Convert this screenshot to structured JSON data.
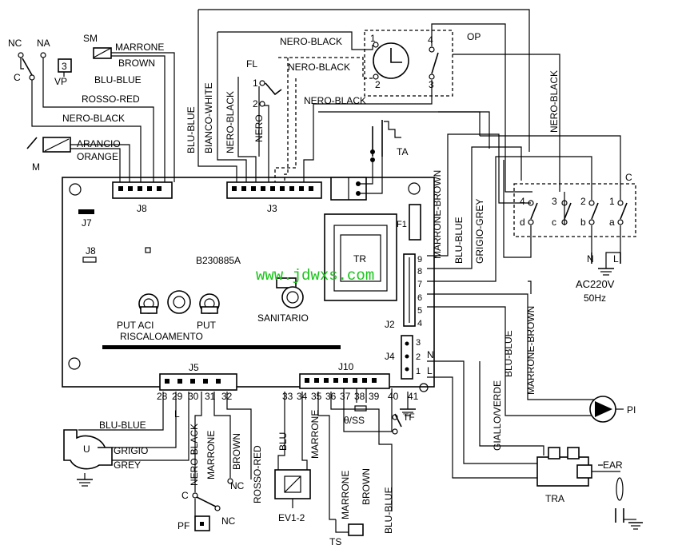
{
  "board": {
    "code": "B230885A",
    "tr": "TR",
    "f1": "F1",
    "sanitario": "SANITARIO",
    "put_aci": "PUT ACI",
    "put": "PUT",
    "riscalo": "RISCALOAMENTO"
  },
  "connectors": {
    "j8": "J8",
    "j7": "J7",
    "j8b": "J8",
    "j3": "J3",
    "j5": "J5",
    "j10": "J10",
    "j2": "J2",
    "j4": "J4"
  },
  "j2_pins": [
    "9",
    "8",
    "7",
    "6",
    "5",
    "4"
  ],
  "j4_pins": [
    "3",
    "2",
    "1"
  ],
  "j5_pins": [
    "28",
    "29",
    "30",
    "31",
    "32"
  ],
  "j10_pins": [
    "33",
    "34",
    "35",
    "36",
    "37",
    "38",
    "39",
    "40",
    "41"
  ],
  "top_left": {
    "nc": "NC",
    "na": "NA",
    "c": "C",
    "vp_num": "3",
    "vp": "VP",
    "sm": "SM",
    "marrone": "MARRONE",
    "brown": "BROWN",
    "blu_blue": "BLU-BLUE",
    "rosso_red": "ROSSO-RED",
    "nero_black": "NERO-BLACK",
    "m": "M",
    "arancio": "ARANCIO",
    "orange": "ORANGE"
  },
  "top": {
    "nero1": "NERO-BLACK",
    "nero2": "NERO-BLACK",
    "nero3": "NERO-BLACK",
    "op": "OP",
    "op1": "1",
    "op2": "2",
    "op3": "3",
    "op4": "4",
    "fl": "FL",
    "fl1": "1",
    "fl2": "2",
    "blu_blue_v": "BLU-BLUE",
    "bianco_v": "BIANCO-WHITE",
    "nero_v1": "NERO-BLACK",
    "nero_v2": "NERO",
    "ta": "TA"
  },
  "right": {
    "marrone_brown": "MARRONE-BROWN",
    "blu_blue": "BLU-BLUE",
    "grigio_grey": "GRIGIO-GREY",
    "nero_black": "NERO-BLACK",
    "c": "C",
    "s4": "4",
    "s3": "3",
    "s2": "2",
    "s1": "1",
    "d": "d",
    "cc": "c",
    "b": "b",
    "a": "a",
    "n": "N",
    "l": "L",
    "ac": "AC220V",
    "hz": "50Hz"
  },
  "lower_right": {
    "n": "N",
    "l": "L",
    "giallo": "GIALLO/VERDE",
    "blu_blue": "BLU-BLUE",
    "marrone_brown": "MARRONE-BROWN",
    "pi": "PI",
    "tra": "TRA",
    "ear": "EAR",
    "tf": "TF",
    "theta_ss": "θ/SS"
  },
  "bottom_left": {
    "l": "L",
    "blu_blue": "BLU-BLUE",
    "grigio": "GRIGIO",
    "grey": "GREY",
    "u": "U",
    "nero_black": "NERO-BLACK",
    "marrone": "MARRONE",
    "brown": "BROWN",
    "rosso_red": "ROSSO-RED",
    "c": "C",
    "nc1": "NC",
    "nc2": "NC",
    "pf": "PF"
  },
  "bottom_mid": {
    "blu": "BLU",
    "marrone": "MARRONE",
    "ev": "EV1-2",
    "marrone2": "MARRONE",
    "brown": "BROWN",
    "blu_blue": "BLU-BLUE",
    "ts": "TS"
  },
  "watermark": "www.jdwxs.com"
}
